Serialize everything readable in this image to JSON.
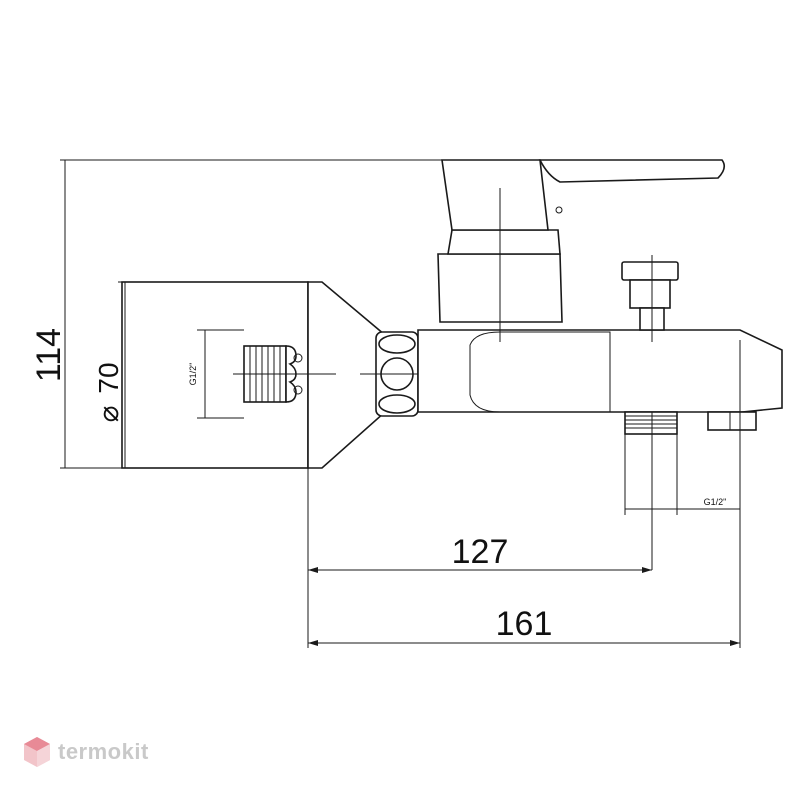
{
  "dimensions": {
    "height_total": "114",
    "diameter": "70",
    "diameter_symbol": "⌀",
    "spout_offset": "127",
    "total_length": "161",
    "thread_left": "G1/2\"",
    "thread_bottom": "G1/2\""
  },
  "brand": {
    "name": "termokit",
    "logo_color": "#e8a0a8",
    "text_color": "#c9c9c9"
  }
}
